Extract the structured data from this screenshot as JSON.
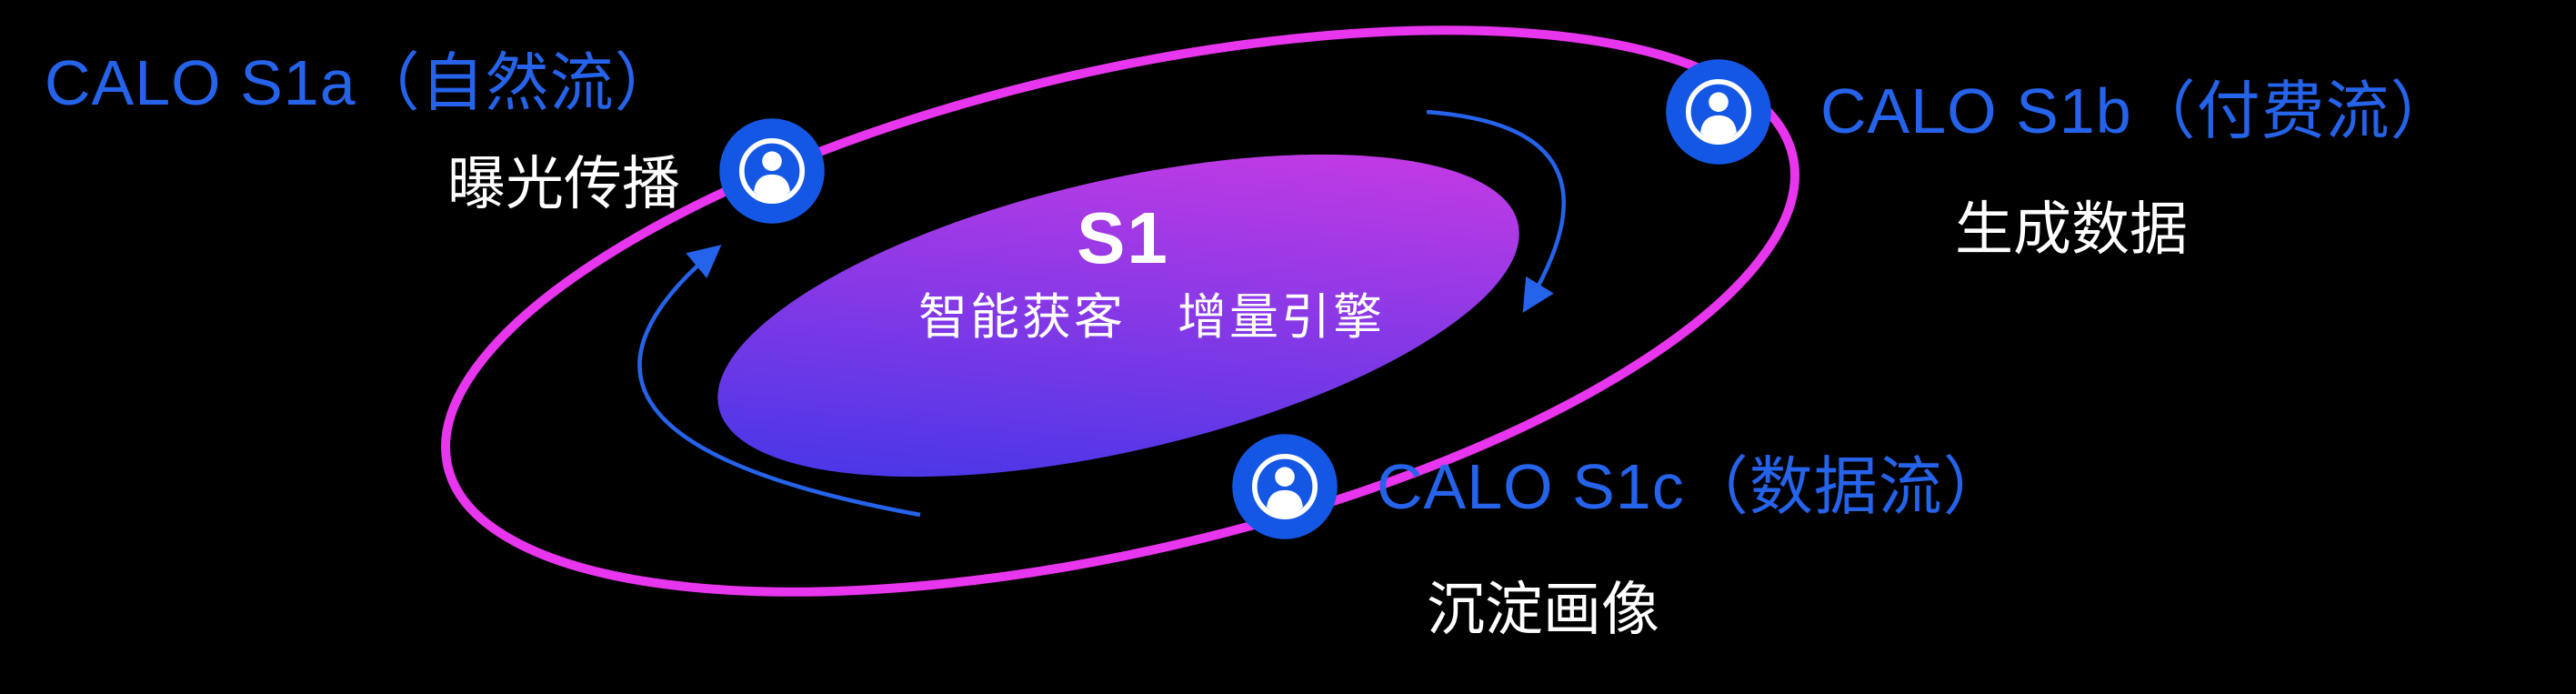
{
  "colors": {
    "background": "#000000",
    "orbit_stroke": "#E835EE",
    "core_gradient_start": "#3336E8",
    "core_gradient_end": "#D83BE4",
    "node_circle": "#1557E5",
    "label_blue": "#2563EB",
    "arrow_blue": "#2563EB",
    "text_white": "#FFFFFF"
  },
  "core": {
    "title": "S1",
    "subtitle": "智能获客　增量引擎"
  },
  "nodes": [
    {
      "id": "s1a",
      "title": "CALO S1a（自然流）",
      "subtitle": "曝光传播",
      "icon": "person-badge-icon"
    },
    {
      "id": "s1b",
      "title": "CALO S1b（付费流）",
      "subtitle": "生成数据",
      "icon": "person-badge-icon"
    },
    {
      "id": "s1c",
      "title": "CALO S1c（数据流）",
      "subtitle": "沉淀画像",
      "icon": "person-badge-icon"
    }
  ]
}
